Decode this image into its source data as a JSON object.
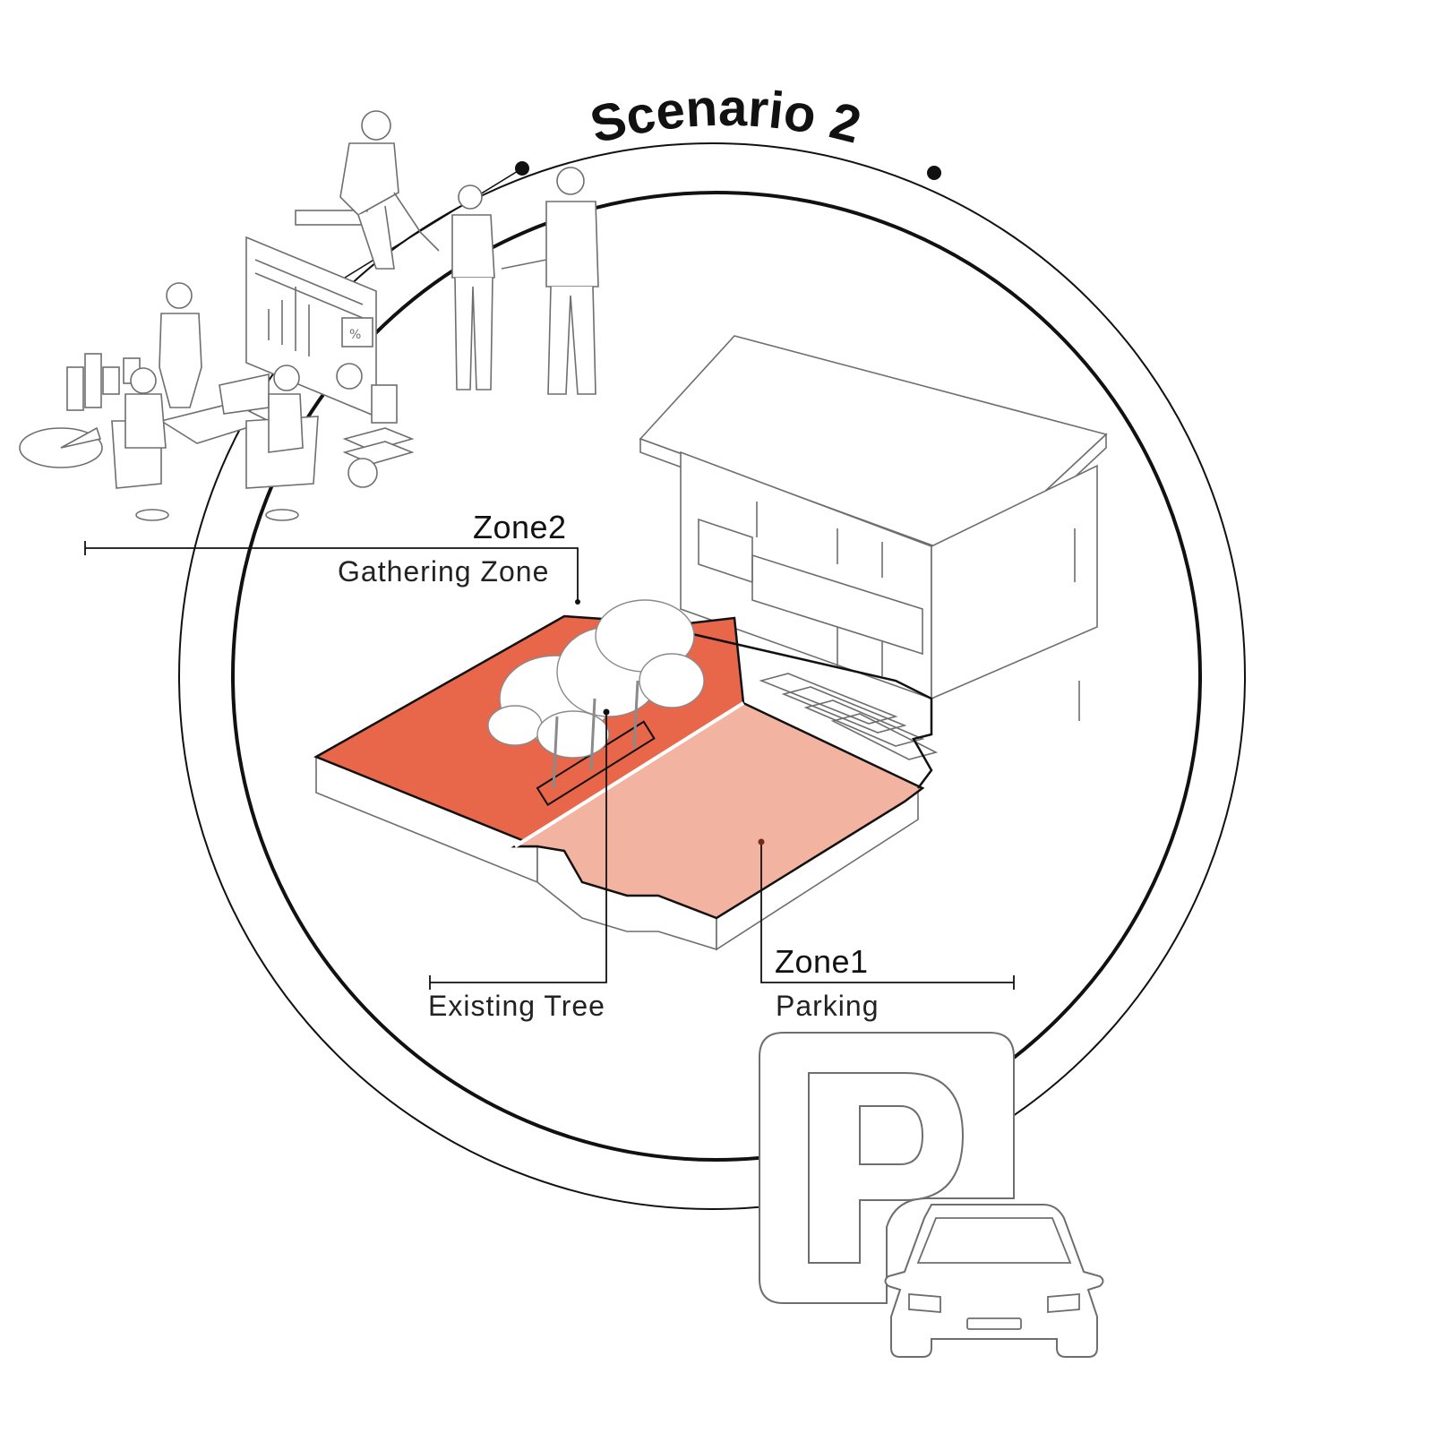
{
  "diagram": {
    "title": "Scenario 2",
    "zones": [
      {
        "id": "zone2",
        "name": "Zone2",
        "label": "Gathering Zone",
        "color": "#e8674b"
      },
      {
        "id": "zone1",
        "name": "Zone1",
        "label": "Parking",
        "color": "#f2b3a1"
      }
    ],
    "annotations": {
      "tree": "Existing Tree"
    },
    "icons": [
      "people-meeting-icon",
      "building-icon",
      "tree-icon",
      "parking-sign-icon",
      "car-icon"
    ]
  }
}
